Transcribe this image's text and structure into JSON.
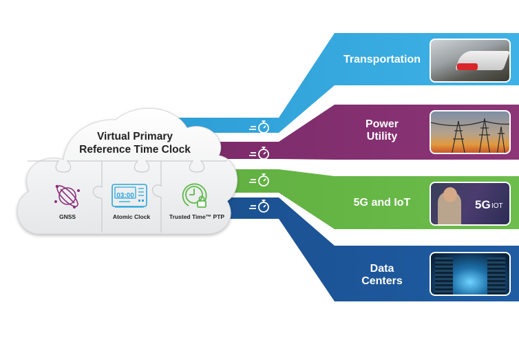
{
  "cloud": {
    "title_line1": "Virtual Primary",
    "title_line2": "Reference Time Clock",
    "sources": [
      {
        "label": "GNSS",
        "icon": "satellite-globe-icon",
        "color": "#8b2e7e"
      },
      {
        "label": "Atomic Clock",
        "icon": "digital-clock-icon",
        "color": "#2aa6de",
        "display": "03:00"
      },
      {
        "label": "Trusted Time™ PTP",
        "icon": "clock-lock-icon",
        "color": "#5ab947"
      }
    ]
  },
  "connectors": {
    "icon": "stopwatch-speed-icon"
  },
  "sectors": [
    {
      "label_lines": [
        "Transportation"
      ],
      "color": "#33a9e0",
      "photo": "high-speed-train"
    },
    {
      "label_lines": [
        "Power",
        "Utility"
      ],
      "color": "#84306f",
      "photo": "power-lines-sunset"
    },
    {
      "label_lines": [
        "5G and IoT"
      ],
      "color": "#65b845",
      "photo": "man-on-phone-5g",
      "photo_text_big": "5G",
      "photo_text_small": "IOT"
    },
    {
      "label_lines": [
        "Data",
        "Centers"
      ],
      "color": "#1c579a",
      "photo": "server-room"
    }
  ]
}
